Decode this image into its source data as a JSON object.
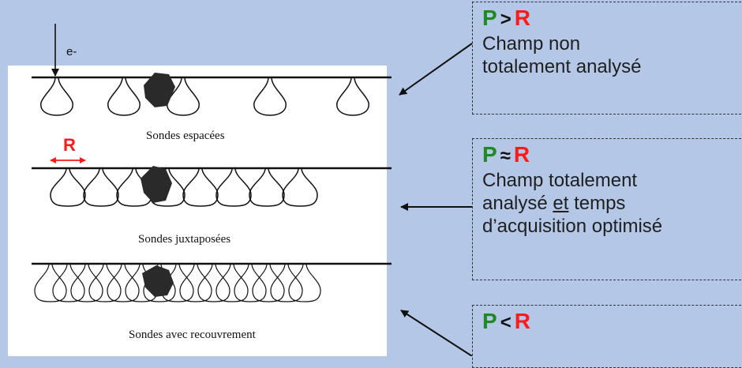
{
  "beam_label": "e-",
  "r_marker": "R",
  "captions": [
    "Sondes espacées",
    "Sondes juxtaposées",
    "Sondes avec recouvrement"
  ],
  "boxes": [
    {
      "p": "P",
      "op": ">",
      "r": "R",
      "lines": [
        "Champ non",
        "totalement analysé"
      ]
    },
    {
      "p": "P",
      "op": "≈",
      "r": "R",
      "lines": [
        "Champ totalement"
      ],
      "underlined_line": {
        "before": "analysé ",
        "u": "et",
        "after": " temps"
      },
      "extra_lines": [
        "d’acquisition optimisé"
      ]
    },
    {
      "p": "P",
      "op": "<",
      "r": "R",
      "lines": []
    }
  ],
  "colors": {
    "background": "#b4c7e7",
    "p_color": "#1f8a1f",
    "r_color": "#ff1a1a"
  }
}
